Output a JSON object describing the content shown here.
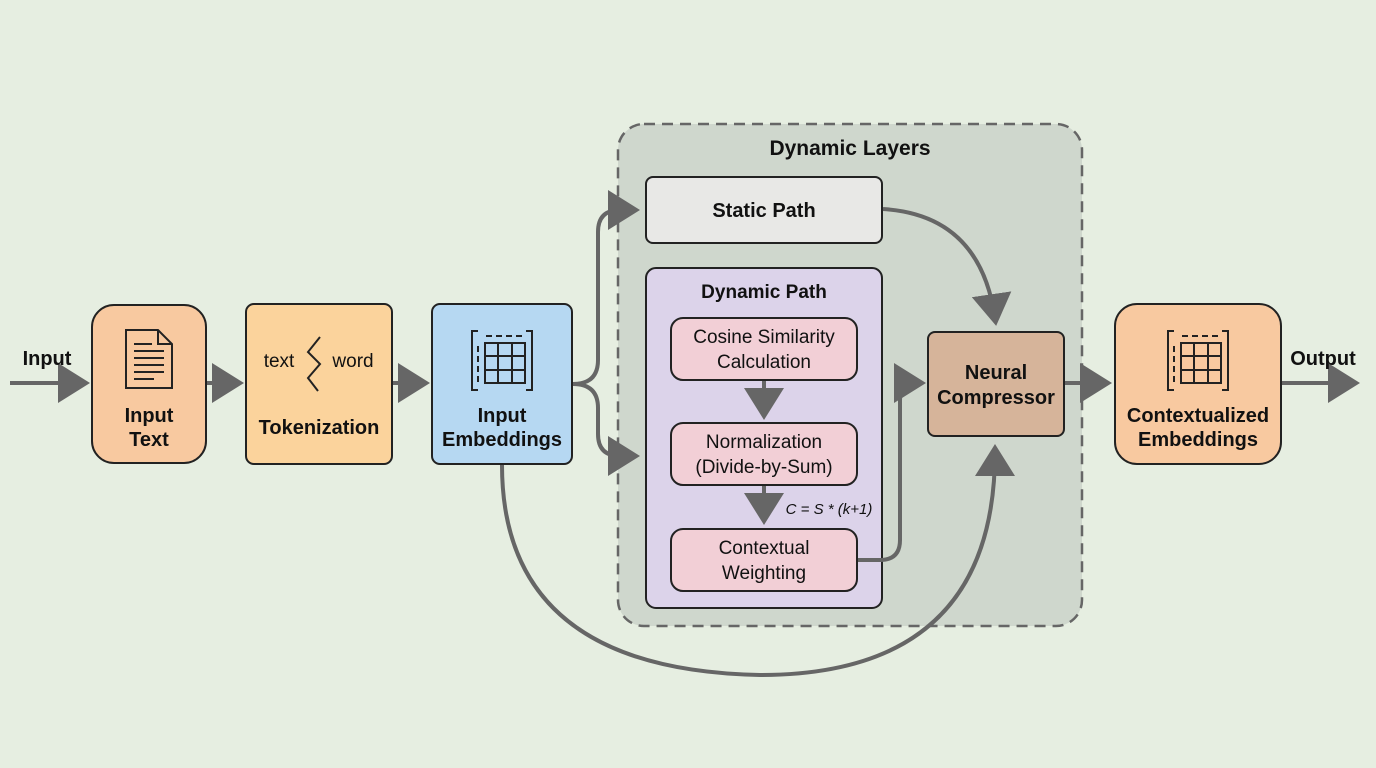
{
  "diagram": {
    "group": {
      "title": "Dynamic Layers"
    },
    "input_label": "Input",
    "output_label": "Output",
    "nodes": {
      "input_text": {
        "lines": [
          "Input",
          "Text"
        ],
        "icon": "document-icon"
      },
      "tokenization": {
        "label": "Tokenization",
        "icon_left": "text",
        "icon_right": "word",
        "icon": "split-icon"
      },
      "input_embeddings": {
        "lines": [
          "Input",
          "Embeddings"
        ],
        "icon": "matrix-icon"
      },
      "static_path": {
        "label": "Static Path"
      },
      "dynamic_path": {
        "title": "Dynamic Path"
      },
      "cosine": {
        "lines": [
          "Cosine Similarity",
          "Calculation"
        ]
      },
      "normalization": {
        "lines": [
          "Normalization",
          "(Divide-by-Sum)"
        ]
      },
      "contextual": {
        "lines": [
          "Contextual",
          "Weighting"
        ]
      },
      "compressor": {
        "lines": [
          "Neural",
          "Compressor"
        ]
      },
      "contextualized": {
        "lines": [
          "Contextualized",
          "Embeddings"
        ],
        "icon": "matrix-icon"
      }
    },
    "formula": "C = S * (k+1)",
    "colors": {
      "background": "#e6eee1",
      "orange": "#f8c9a0",
      "light_orange": "#fbd39c",
      "blue": "#b6d8f2",
      "group_bg": "#cfd7cd",
      "static": "#e8e8e6",
      "purple": "#dcd3ea",
      "pink": "#f2cfd6",
      "brown": "#d6b49a",
      "arrow": "#666666"
    }
  }
}
